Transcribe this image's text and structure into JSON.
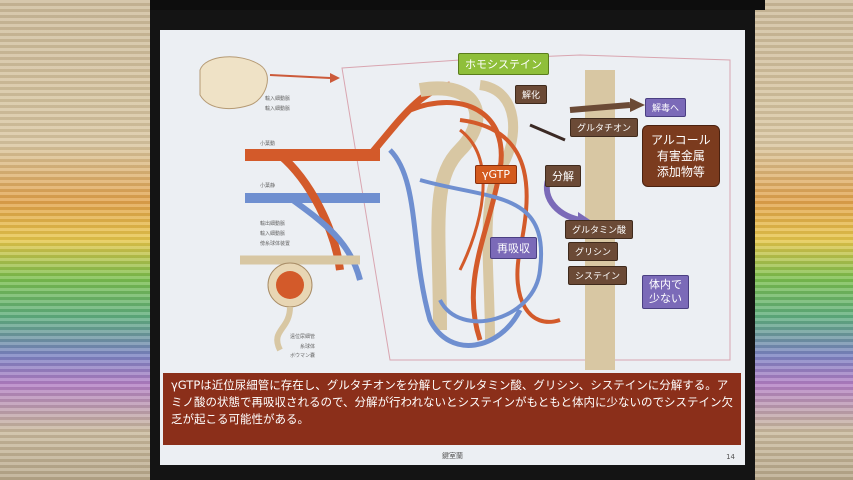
{
  "slide": {
    "labels": {
      "homocysteine": "ホモシステイン",
      "detox": "解化",
      "glutathione": "グルタチオン",
      "to_liver": "解毒へ",
      "alcohol": "アルコール\n有害金属\n添加物等",
      "ggt": "γGTP",
      "decompose": "分解",
      "glutamic_acid": "グルタミン酸",
      "glycine": "グリシン",
      "cysteine": "システイン",
      "reabsorb": "再吸収",
      "low_in_body": "体内で\n少ない"
    },
    "caption": "γGTPは近位尿細管に存在し、グルタチオンを分解してグルタミン酸、グリシン、システインに分解する。アミノ酸の状態で再吸収されるので、分解が行われないとシステインがもともと体内に少ないのでシステイン欠乏が起こる可能性がある。",
    "footer": "鍵室蘭",
    "page_number": "14"
  }
}
